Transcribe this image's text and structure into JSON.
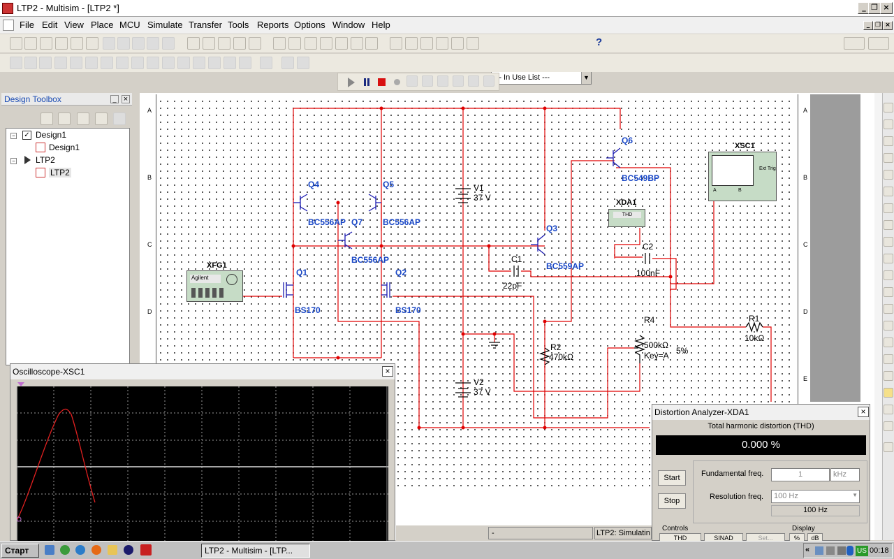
{
  "window": {
    "title": "LTP2 - Multisim - [LTP2 *]"
  },
  "menu": [
    "File",
    "Edit",
    "View",
    "Place",
    "MCU",
    "Simulate",
    "Transfer",
    "Tools",
    "Reports",
    "Options",
    "Window",
    "Help"
  ],
  "toolbar": {
    "in_use_list": "--- In Use List ---",
    "help_glyph": "?"
  },
  "toolbox": {
    "title": "Design Toolbox",
    "tree": [
      {
        "label": "Design1",
        "level": 0
      },
      {
        "label": "Design1",
        "level": 1
      },
      {
        "label": "LTP2",
        "level": 0
      },
      {
        "label": "LTP2",
        "level": 1
      }
    ]
  },
  "schematic": {
    "rows": [
      "A",
      "B",
      "C",
      "D",
      "E"
    ],
    "components": {
      "q4": "Q4",
      "q4_model": "BC556AP",
      "q5": "Q5",
      "q5_model": "BC556AP",
      "q7": "Q7",
      "q7_model": "BC556AP",
      "q1": "Q1",
      "q1_model": "BS170",
      "q2": "Q2",
      "q2_model": "BS170",
      "q3": "Q3",
      "q3_model": "BC559AP",
      "q6": "Q6",
      "q6_model": "BC549BP",
      "v1": "V1",
      "v1_val": "37 V",
      "v2": "V2",
      "v2_val": "37 V",
      "c1": "C1",
      "c1_val": "22pF",
      "c2": "C2",
      "c2_val": "100nF",
      "r1": "R1",
      "r1_val": "10kΩ",
      "r2": "R2",
      "r2_val": "470kΩ",
      "r4": "R4",
      "r4_val": "500kΩ",
      "r4_key": "Key=A",
      "r4_pct": "5%",
      "xfg1": "XFG1",
      "xfg1_brand": "Agilent",
      "xda1": "XDA1",
      "xda1_screen": "THD",
      "xsc1": "XSC1",
      "xsc1_trig": "Ext Trig",
      "xsc1_a": "A",
      "xsc1_b": "B"
    }
  },
  "oscilloscope": {
    "title": "Oscilloscope-XSC1"
  },
  "distortion": {
    "title": "Distortion Analyzer-XDA1",
    "heading": "Total harmonic distortion (THD)",
    "value": "0.000 %",
    "start": "Start",
    "stop": "Stop",
    "fund_label": "Fundamental freq.",
    "fund_value": "1",
    "fund_unit": "kHz",
    "res_label": "Resolution freq.",
    "res_value": "100 Hz",
    "res_display": "100 Hz",
    "controls_label": "Controls",
    "display_label": "Display",
    "thd_btn": "THD",
    "sinad_btn": "SINAD",
    "set_btn": "Set...",
    "pct_btn": "%",
    "db_btn": "dB"
  },
  "status": {
    "left": "-",
    "right": "LTP2: Simulatin"
  },
  "taskbar": {
    "start": "Старт",
    "task": "LTP2 - Multisim - [LTP...",
    "time": "00:18",
    "lang": "US"
  }
}
